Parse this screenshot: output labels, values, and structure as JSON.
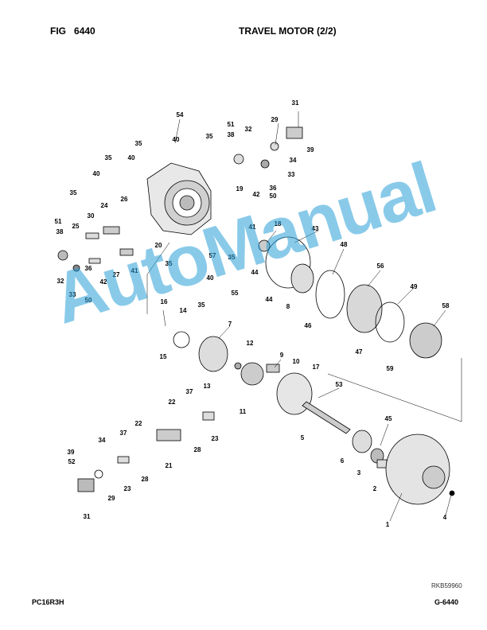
{
  "header": {
    "fig_label": "FIG",
    "fig_number": "6440",
    "title": "TRAVEL MOTOR (2/2)"
  },
  "footer": {
    "model": "PC16R3H",
    "page": "G-6440",
    "ref": "RKB59960"
  },
  "watermark": "AutoManual",
  "watermark_color": "#2a9fd8",
  "callouts": [
    "54",
    "40",
    "35",
    "35",
    "35",
    "40",
    "40",
    "35",
    "24",
    "26",
    "51",
    "38",
    "25",
    "30",
    "32",
    "36",
    "50",
    "33",
    "42",
    "27",
    "41",
    "20",
    "35",
    "35",
    "40",
    "55",
    "31",
    "29",
    "39",
    "34",
    "33",
    "51",
    "38",
    "32",
    "19",
    "42",
    "36",
    "50",
    "41",
    "57",
    "35",
    "18",
    "43",
    "44",
    "48",
    "56",
    "44",
    "8",
    "49",
    "58",
    "46",
    "47",
    "59",
    "16",
    "14",
    "7",
    "15",
    "12",
    "9",
    "10",
    "17",
    "13",
    "11",
    "53",
    "45",
    "5",
    "6",
    "3",
    "2",
    "1",
    "4",
    "37",
    "22",
    "28",
    "23",
    "21",
    "34",
    "37",
    "22",
    "28",
    "23",
    "39",
    "52",
    "29",
    "31"
  ]
}
